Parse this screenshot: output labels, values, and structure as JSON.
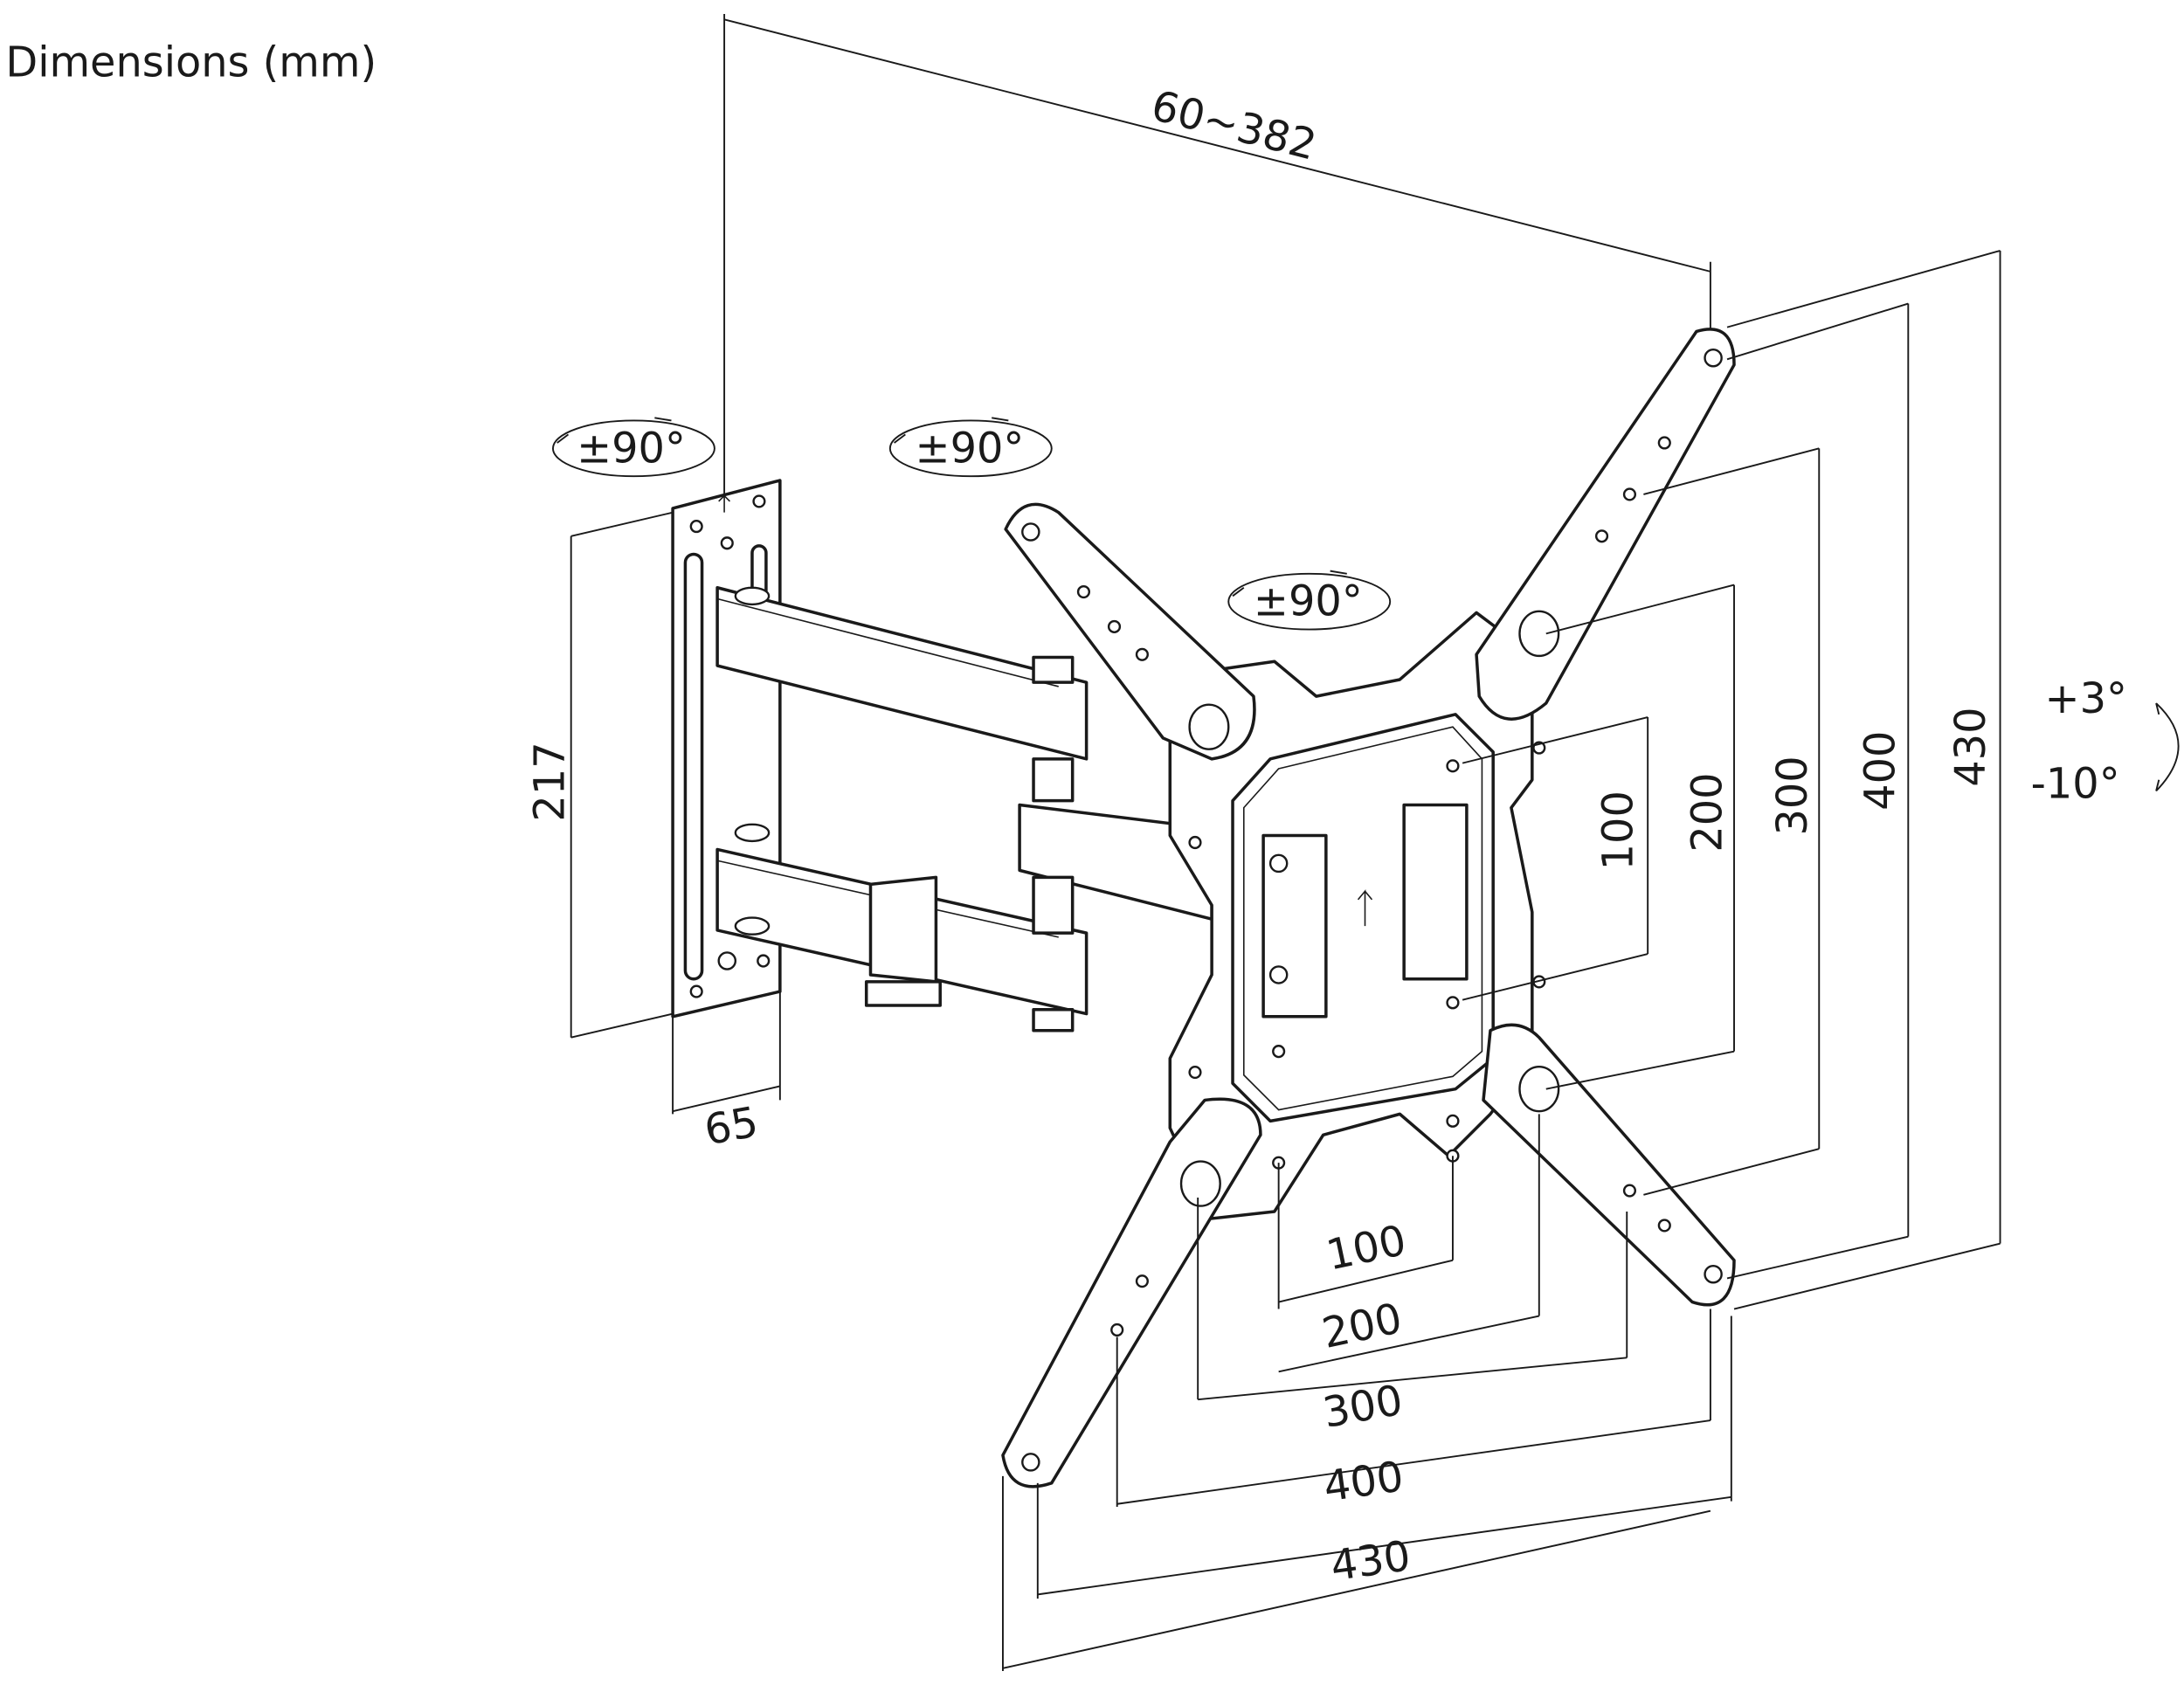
{
  "title": "Dimensions (mm)",
  "extension_range": "60~382",
  "wall_plate": {
    "height": "217",
    "width": "65"
  },
  "swivel": [
    "±90°",
    "±90°",
    "±90°"
  ],
  "tilt": {
    "up": "+3°",
    "down": "-10°"
  },
  "vertical_dims": [
    "100",
    "200",
    "300",
    "400",
    "430"
  ],
  "horizontal_dims": [
    "100",
    "200",
    "300",
    "400",
    "430"
  ],
  "colors": {
    "line": "#1a1a1a",
    "background": "#ffffff"
  }
}
